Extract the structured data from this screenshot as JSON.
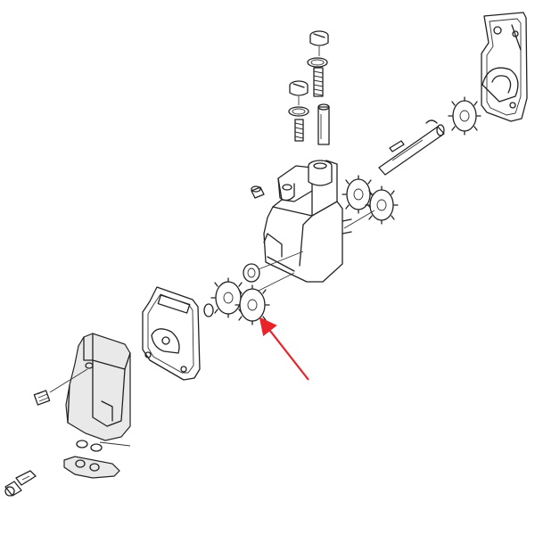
{
  "diagram": {
    "background": "#ffffff",
    "line_color": "#222222",
    "pointer_color": "#e8232a",
    "parts": [
      "rear-cover-plate",
      "gear-rear",
      "drive-shaft",
      "woodruff-key",
      "screw-upper",
      "oring-upper",
      "spring-upper",
      "screw-lower",
      "oring-lower",
      "spring-lower",
      "plunger",
      "pump-body",
      "inner-gear-upper",
      "inner-gear-lower",
      "dowel-pin",
      "washer",
      "gear-front-left",
      "gear-front-right",
      "snap-ring",
      "gasket",
      "front-cover",
      "plug",
      "check-valve",
      "oring-pair",
      "banjo-flange",
      "fitting-bolt"
    ],
    "highlighted_part": "gear-front-right"
  }
}
